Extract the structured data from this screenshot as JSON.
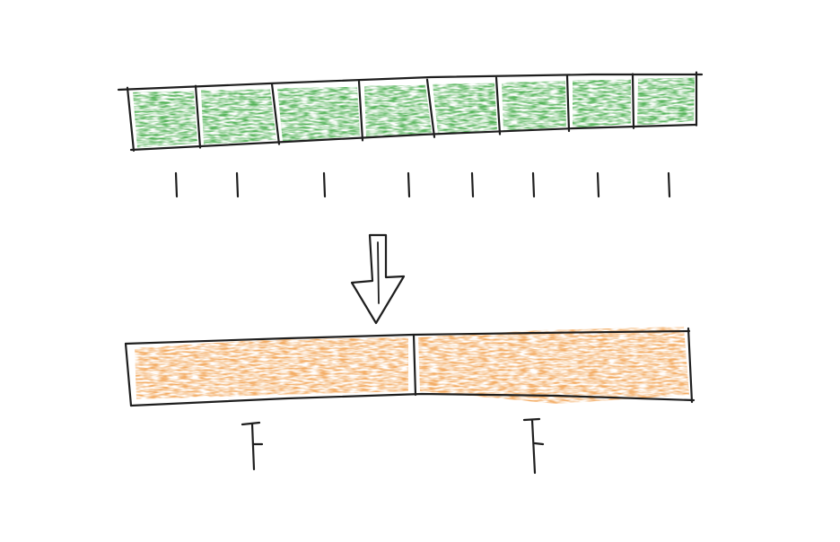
{
  "diagram": {
    "top_bar": {
      "cell_count": 8,
      "tick_count": 8,
      "fill_color": "#4caf50",
      "outline_color": "#1e1e1e"
    },
    "arrow": {
      "direction": "down",
      "icon": "hollow-down-arrow-icon"
    },
    "bottom_bar": {
      "cell_count": 2,
      "tick_count": 2,
      "fill_color": "#f2a65a",
      "outline_color": "#1e1e1e"
    },
    "background_color": "#ffffff"
  }
}
